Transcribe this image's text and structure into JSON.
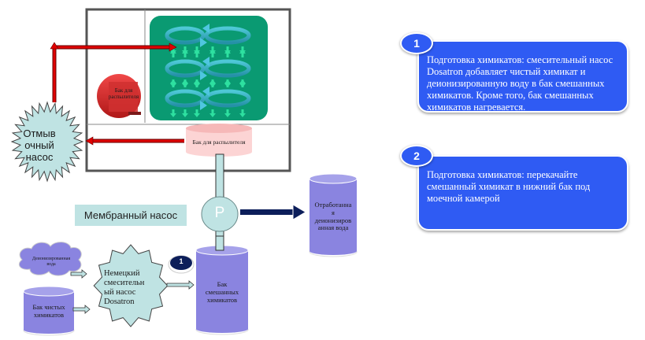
{
  "diagram": {
    "washing_pump": {
      "label": "Отмыв очный насос",
      "lines": [
        "Отмыв",
        "очный",
        "насос"
      ]
    },
    "spray_tank_red": {
      "label": "Бак для распылителя"
    },
    "spray_tank_pink": {
      "label": "Бак для распылителя"
    },
    "membrane_pump": {
      "label": "Мембранный насос"
    },
    "pump_p": {
      "label": "P"
    },
    "used_water_tank": {
      "label": "Отработанная деионизированная вода",
      "lines": [
        "Отработанна",
        "я",
        "деионизиров",
        "анная вода"
      ]
    },
    "deionized_water": {
      "label": "Деионизированная вода",
      "lines": [
        "Деионизированная",
        "вода"
      ]
    },
    "pure_chemicals_tank": {
      "label": "Бак чистых химикатов",
      "lines": [
        "Бак чистых",
        "химикатов"
      ]
    },
    "dosatron_pump": {
      "label": "Немецкий смесительный насос Dosatron",
      "lines": [
        "Немецкий",
        "смесительн",
        "ый насос",
        "Dosatron"
      ]
    },
    "mixed_chemicals_tank": {
      "label": "Бак смешанных химикатов",
      "lines": [
        "Бак",
        "смешанных",
        "химикатов"
      ]
    },
    "step_marker": {
      "label": "1"
    }
  },
  "callouts": [
    {
      "number": "1",
      "text": "Подготовка химикатов: смесительный насос Dosatron добавляет чистый химикат и деионизированную воду в бак смешанных химикатов. Кроме того, бак смешанных химикатов нагревается."
    },
    {
      "number": "2",
      "text": "Подготовка химикатов: перекачайте смешанный химикат в нижний бак под моечной камерой"
    }
  ],
  "colors": {
    "chamber_green": "#0a9a72",
    "pipe_red": "#e00000",
    "tank_purple": "#8a84e0",
    "callout_blue": "#2f5bf3",
    "pump_teal": "#bfe3e3",
    "arrow_navy": "#0c1e5a"
  }
}
